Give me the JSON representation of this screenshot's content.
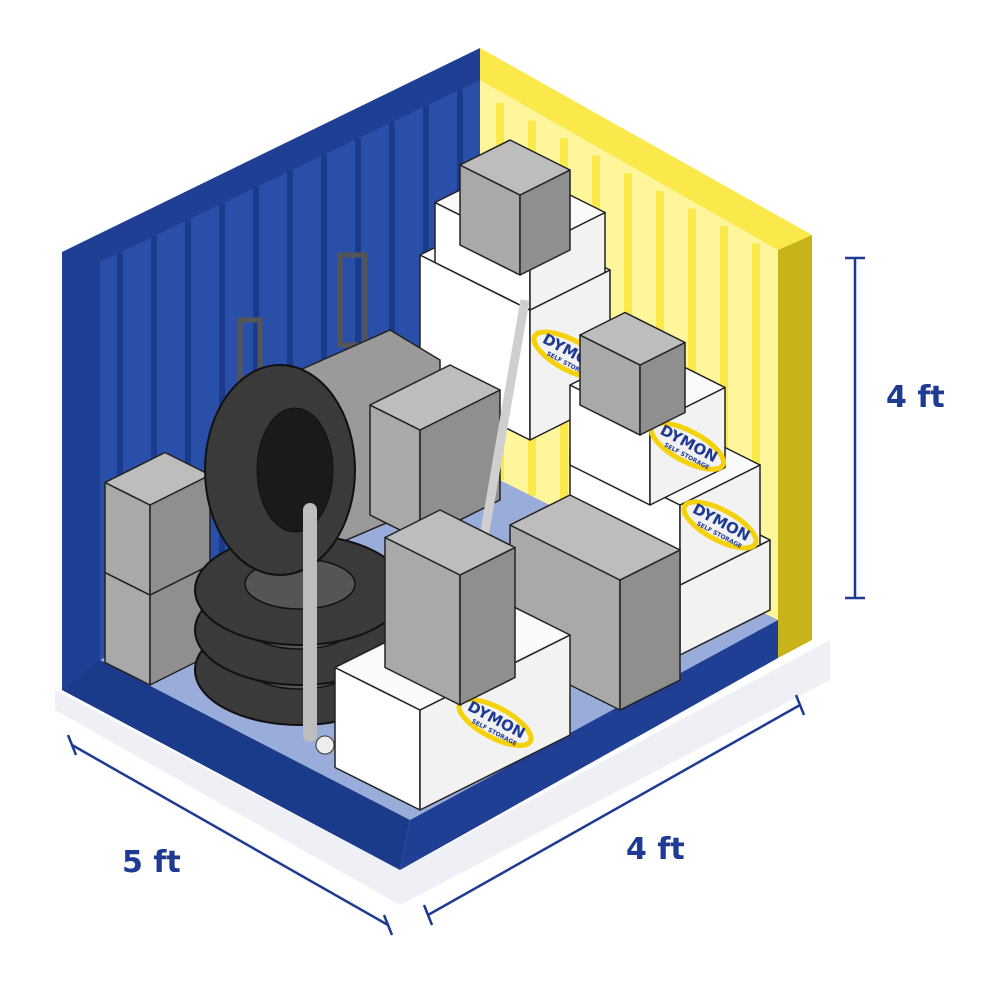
{
  "dimensions": {
    "height_label": "4 ft",
    "width_label": "5 ft",
    "depth_label": "4 ft"
  },
  "logo": {
    "name": "DYMON",
    "tagline": "SELF STORAGE"
  },
  "colors": {
    "left_wall": "#1e3f94",
    "right_wall": "#fbe84a",
    "floor": "#9aacd9",
    "box_grey": "#a9a9a9",
    "box_white": "#ffffff",
    "accent_yellow": "#f5d10a",
    "dimension_line": "#1f3a93"
  }
}
